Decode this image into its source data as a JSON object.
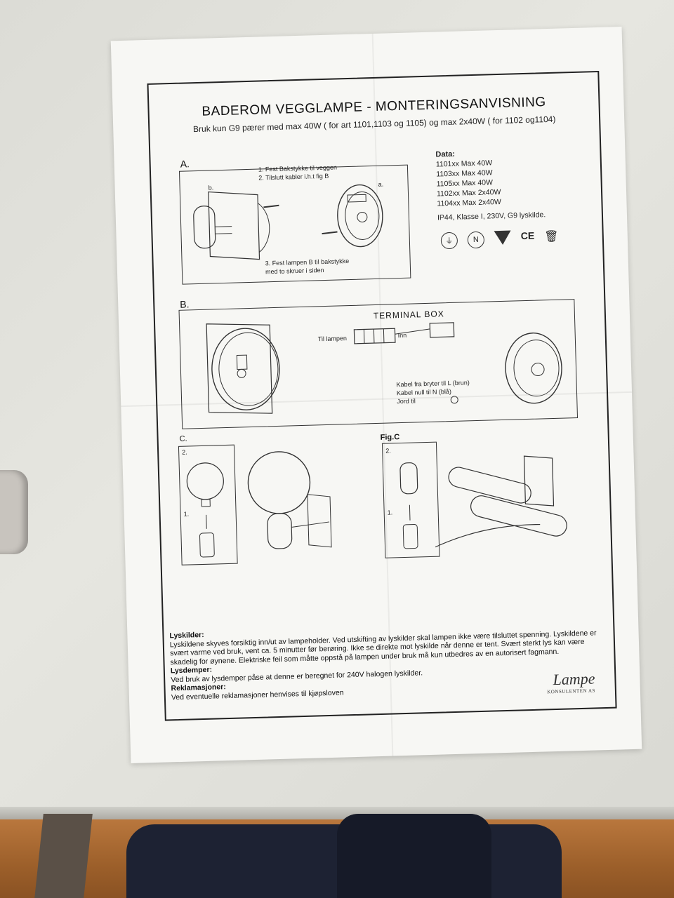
{
  "doc": {
    "title": "BADEROM VEGGLAMPE - MONTERINGSANVISNING",
    "subtitle": "Bruk kun G9 pærer med max 40W ( for art 1101,1103 og 1105) og max 2x40W ( for 1102 og1104)",
    "sectionA": {
      "label": "A.",
      "step1": "1. Fest Bakstykke til veggen",
      "step2": "2. Tilslutt kabler i.h.t fig B",
      "step3a": "3. Fest lampen B til bakstykke",
      "step3b": "med to skruer i siden",
      "mark_a": "a.",
      "mark_b": "b."
    },
    "data": {
      "heading": "Data:",
      "rows": [
        "1101xx Max 40W",
        "1103xx Max 40W",
        "1105xx Max 40W",
        "1102xx Max 2x40W",
        "1104xx Max 2x40W"
      ],
      "spec": "IP44, Klasse I, 230V, G9 lyskilde."
    },
    "sectionB": {
      "label": "B.",
      "terminal_box": "TERMINAL BOX",
      "til_lampen": "Til lampen",
      "inn": "Inn",
      "cable1": "Kabel fra bryter til L  (brun)",
      "cable2": "Kabel null           til N  (blå)",
      "cable3": "Jord                      til"
    },
    "sectionC": {
      "label": "C.",
      "fig": "Fig.C",
      "n2a": "2.",
      "n1a": "1.",
      "n2b": "2.",
      "n1b": "1."
    },
    "text": {
      "h1": "Lyskilder:",
      "p1": "Lyskildene skyves forsiktig inn/ut av lampeholder. Ved utskifting av lyskilder skal lampen ikke være tilsluttet spenning. Lyskildene er svært varme ved bruk, vent ca. 5 minutter før berøring. Ikke se direkte mot lyskilde når denne er tent. Svært sterkt lys kan være skadelig for øynene. Elektriske feil som måtte oppstå på lampen under bruk må kun utbedres av en autorisert fagmann.",
      "h2": "Lysdemper:",
      "p2": "Ved bruk av lysdemper påse at denne er beregnet for 240V halogen lyskilder.",
      "h3": "Reklamasjoner:",
      "p3": "Ved eventuelle reklamasjoner henvises til kjøpsloven"
    },
    "logo": {
      "name": "Lampe",
      "sub": "KONSULENTEN AS"
    },
    "symbols": {
      "ce": "CE"
    }
  }
}
